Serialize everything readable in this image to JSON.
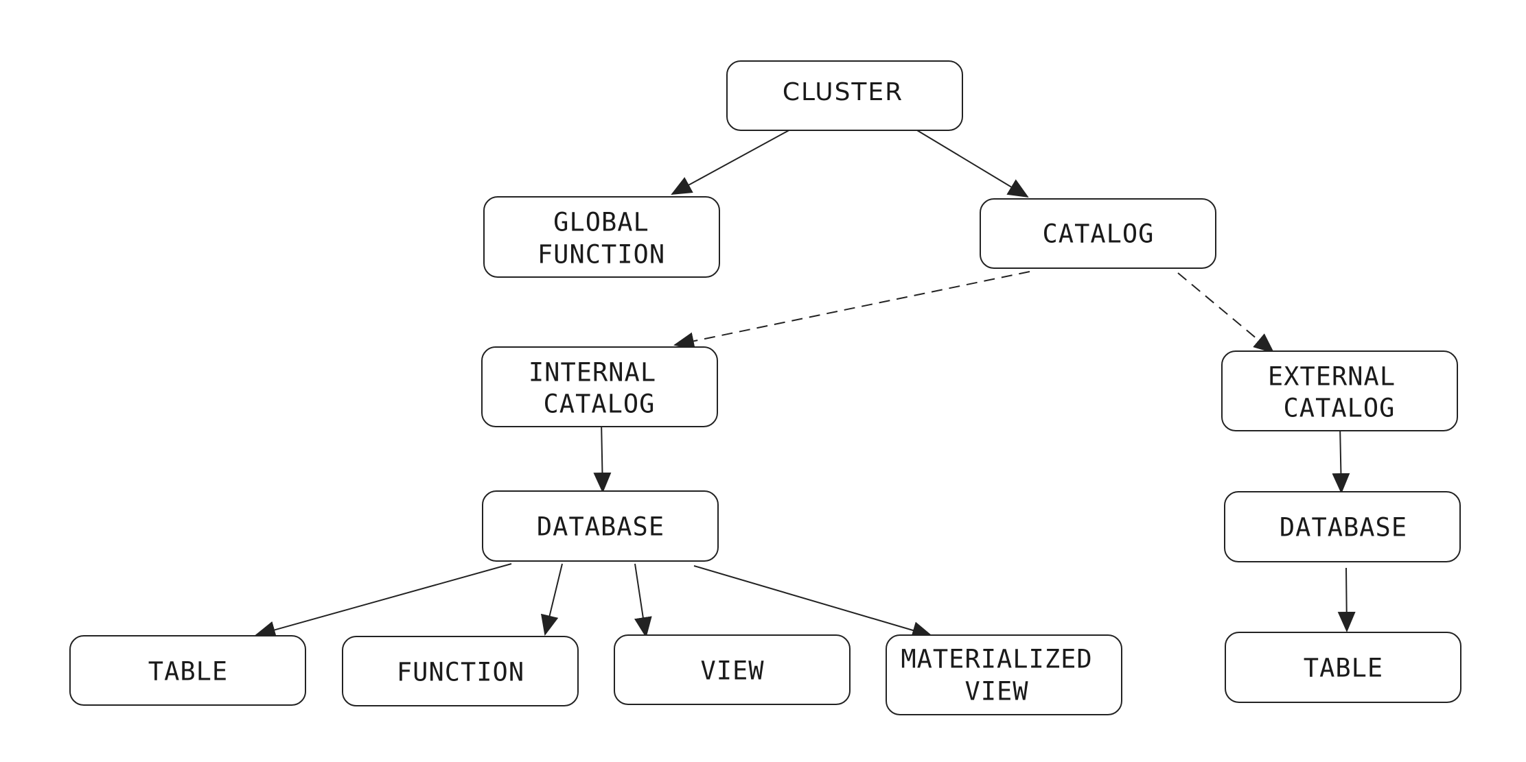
{
  "diagram": {
    "nodes": {
      "cluster": "CLUSTER",
      "global_function": [
        "GLOBAL",
        "FUNCTION"
      ],
      "catalog": "CATALOG",
      "internal_catalog": [
        "INTERNAL",
        "CATALOG"
      ],
      "external_catalog": [
        "EXTERNAL",
        "CATALOG"
      ],
      "internal_database": "DATABASE",
      "external_database": "DATABASE",
      "table": "TABLE",
      "function": "FUNCTION",
      "view": "VIEW",
      "materialized_view": [
        "MATERIALIZED",
        "VIEW"
      ],
      "external_table": "TABLE"
    },
    "edges": [
      {
        "from": "cluster",
        "to": "global_function",
        "style": "solid"
      },
      {
        "from": "cluster",
        "to": "catalog",
        "style": "solid"
      },
      {
        "from": "catalog",
        "to": "internal_catalog",
        "style": "dashed"
      },
      {
        "from": "catalog",
        "to": "external_catalog",
        "style": "dashed"
      },
      {
        "from": "internal_catalog",
        "to": "internal_database",
        "style": "solid"
      },
      {
        "from": "internal_database",
        "to": "table",
        "style": "solid"
      },
      {
        "from": "internal_database",
        "to": "function",
        "style": "solid"
      },
      {
        "from": "internal_database",
        "to": "view",
        "style": "solid"
      },
      {
        "from": "internal_database",
        "to": "materialized_view",
        "style": "solid"
      },
      {
        "from": "external_catalog",
        "to": "external_database",
        "style": "solid"
      },
      {
        "from": "external_database",
        "to": "external_table",
        "style": "solid"
      }
    ]
  }
}
